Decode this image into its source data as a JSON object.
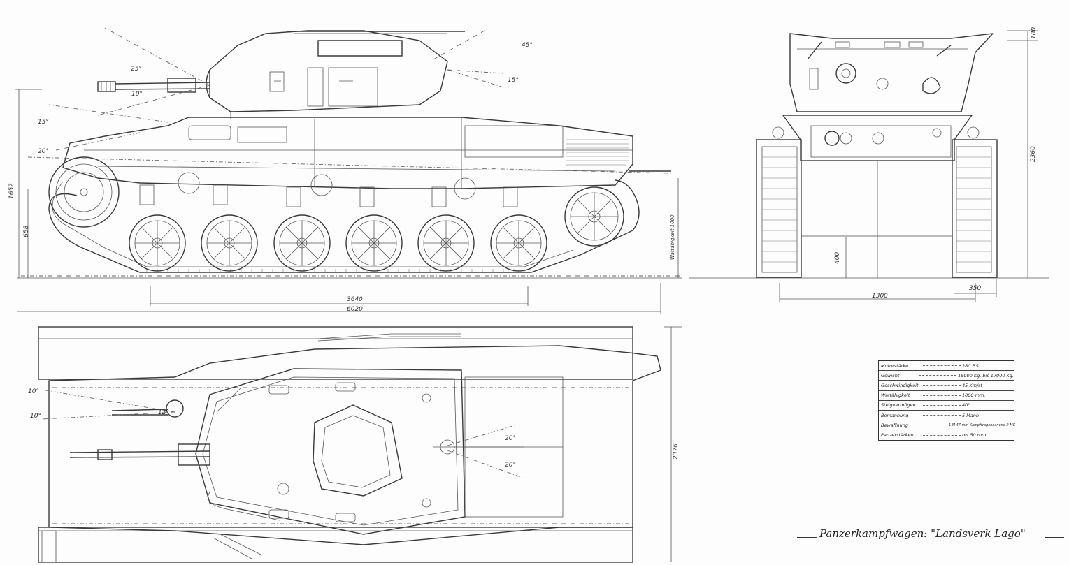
{
  "title": {
    "prefix": "Panzerkampfwagen:",
    "name": "\"Landsverk Lago\""
  },
  "specs": [
    {
      "label": "Motorstärke",
      "value": "280 P.S."
    },
    {
      "label": "Gewicht",
      "value": "15000 Kg. bis 17000 Kg."
    },
    {
      "label": "Geschwindigkeit",
      "value": "45 Km/st"
    },
    {
      "label": "Wattähigkeit",
      "value": "1000 mm."
    },
    {
      "label": "Steigvermögen",
      "value": "40°"
    },
    {
      "label": "Bemannung",
      "value": "5 Mann"
    },
    {
      "label": "Bewaffnung",
      "value": "1 M 47 mm Kampfwagenkanone 2 MG"
    },
    {
      "label": "Panzerstärken",
      "value": "bis 50 mm."
    }
  ],
  "dimensions": {
    "side_height": "1652",
    "side_lower": "658",
    "wading": "Wattähigkeit 1000",
    "track_contact": "3640",
    "overall_length": "6020",
    "front_height": "2360",
    "ground_clearance": "400",
    "track_width": "350",
    "track_gauge": "1300",
    "top_cupola": "180",
    "plan_width": "2376"
  },
  "angles": {
    "gun_elevation": "25°",
    "gun_depression": "10°",
    "hull_mg_up": "15°",
    "hull_mg_down": "20°",
    "aa_mg": "45°",
    "rear_mg": "15°",
    "plan_mg_a": "10°",
    "plan_mg_b": "10°",
    "plan_gun": "12°",
    "plan_rear_a": "20°",
    "plan_rear_b": "20°"
  }
}
